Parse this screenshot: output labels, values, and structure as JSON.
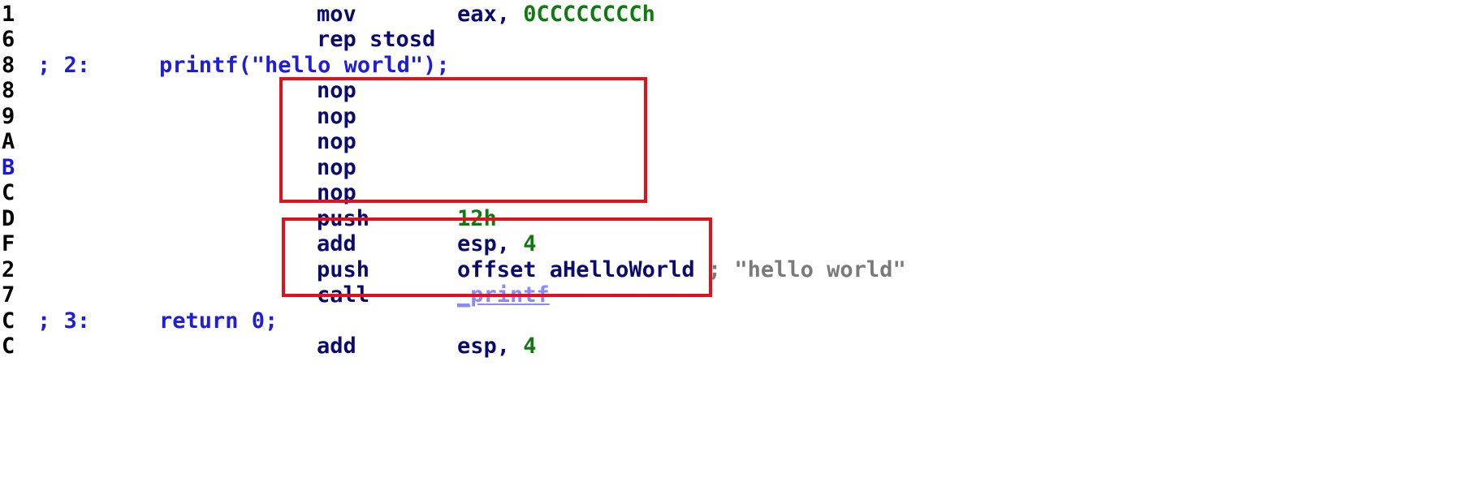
{
  "listing": {
    "lines": [
      {
        "addr": "1",
        "mnemonic": "mov",
        "op_reg": "eax, ",
        "op_num": "0CCCCCCCCh"
      },
      {
        "addr": "6",
        "mnemonic": "rep stosd"
      },
      {
        "addr": "8",
        "comment_prefix": "; 2:",
        "source": "printf(\"hello world\");"
      },
      {
        "addr": "8",
        "mnemonic": "nop"
      },
      {
        "addr": "9",
        "mnemonic": "nop"
      },
      {
        "addr": "A",
        "mnemonic": "nop"
      },
      {
        "addr": "B",
        "mnemonic": "nop",
        "current": true
      },
      {
        "addr": "C",
        "mnemonic": "nop"
      },
      {
        "addr": "D",
        "mnemonic": "push",
        "op_num": "12h"
      },
      {
        "addr": "F",
        "mnemonic": "add",
        "op_reg": "esp, ",
        "op_num": "4"
      },
      {
        "addr": "2",
        "mnemonic": "push",
        "op_reg": "offset aHelloWorld",
        "comment": " ; \"hello world\""
      },
      {
        "addr": "7",
        "mnemonic": "call",
        "op_func": "_printf"
      },
      {
        "addr": "C",
        "comment_prefix": "; 3:",
        "source": "return 0;"
      },
      {
        "addr": "C",
        "mnemonic": "add",
        "op_reg": "esp, ",
        "op_num": "4"
      }
    ]
  },
  "colors": {
    "highlight_box": "#e0111b",
    "source_comment": "#1e1ed8",
    "mnemonic": "#0b0b6e",
    "immediate": "#0f7a0f",
    "string_comment": "#7a7a7a",
    "function_ref": "#8a8aff",
    "current_address": "#1818e0"
  }
}
